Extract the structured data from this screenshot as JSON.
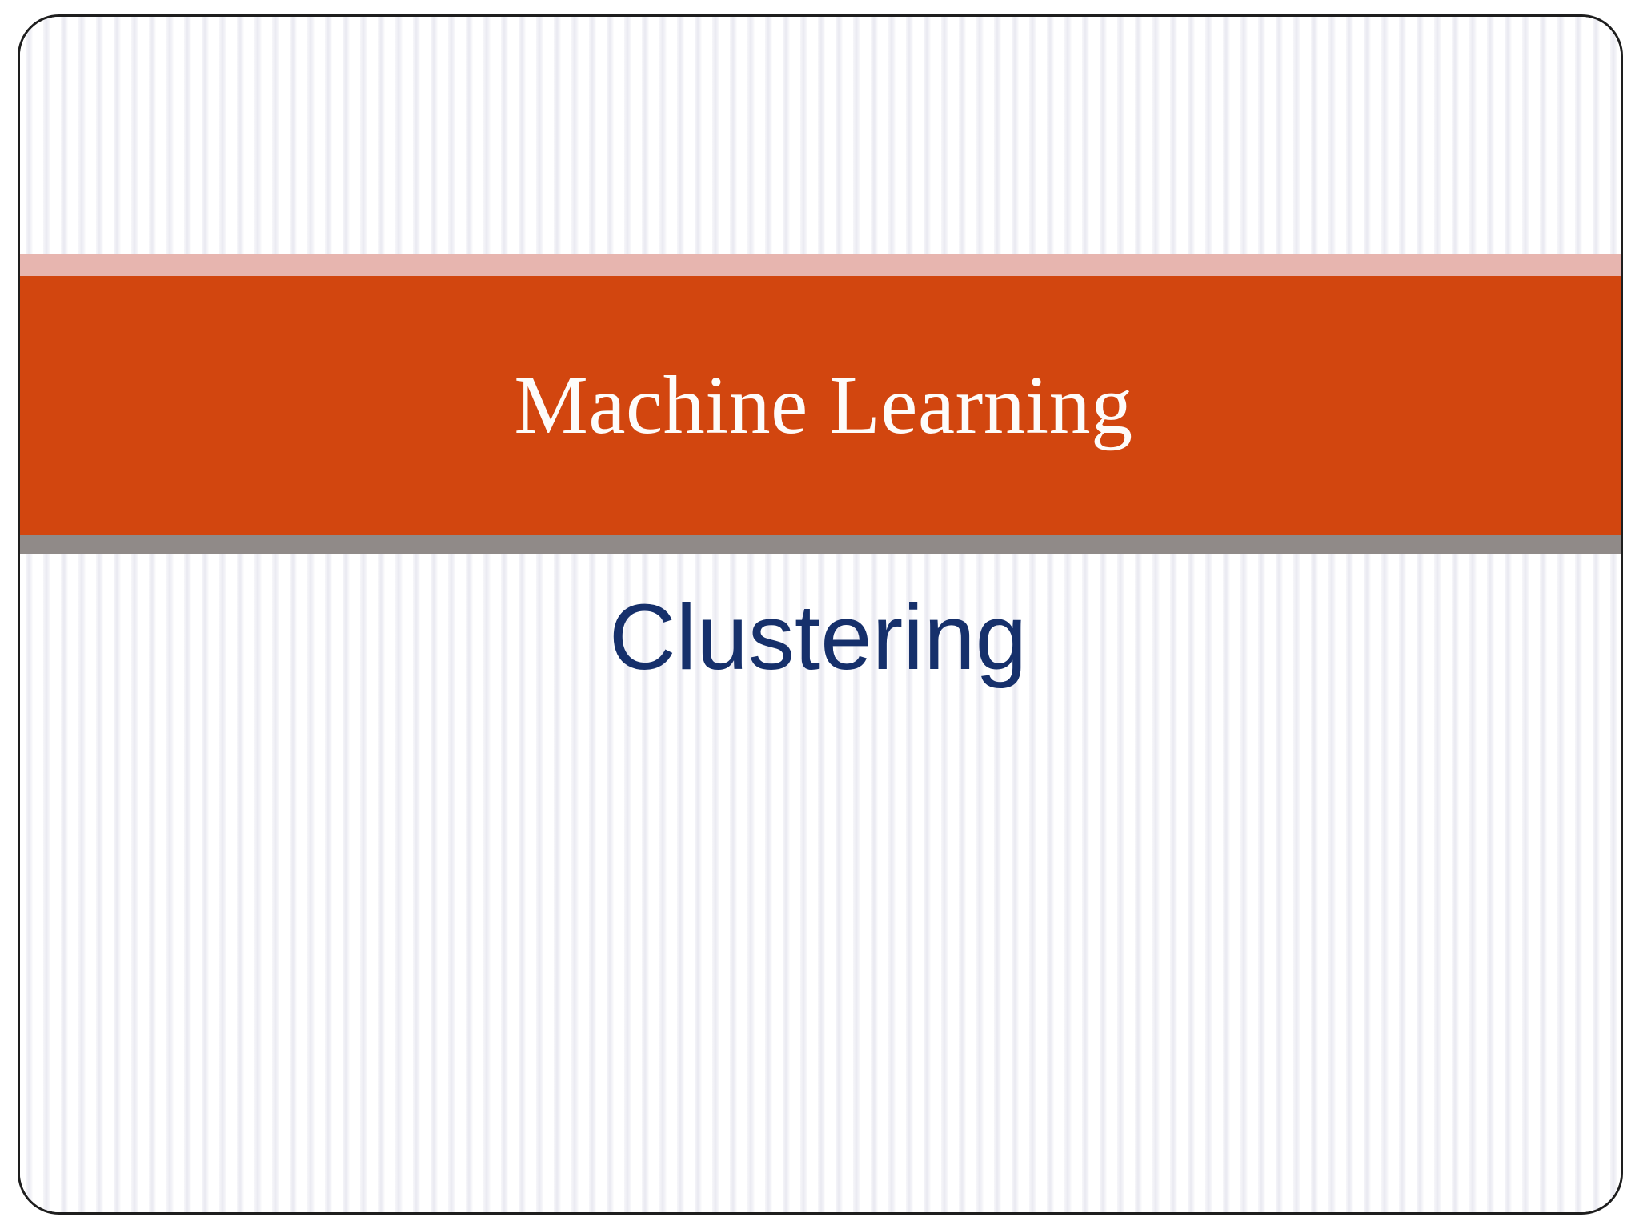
{
  "slide": {
    "title": "Machine Learning",
    "subtitle": "Clustering",
    "theme": {
      "accent_band": "#d2460f",
      "accent_highlight": "#e7b5af",
      "accent_shadow": "#908a88",
      "title_color": "#fdfcfa",
      "subtitle_color": "#16306b",
      "background": "#ffffff",
      "border": "#1e1e1e"
    },
    "background_pattern": "vertical-pinstripes",
    "content": ""
  }
}
